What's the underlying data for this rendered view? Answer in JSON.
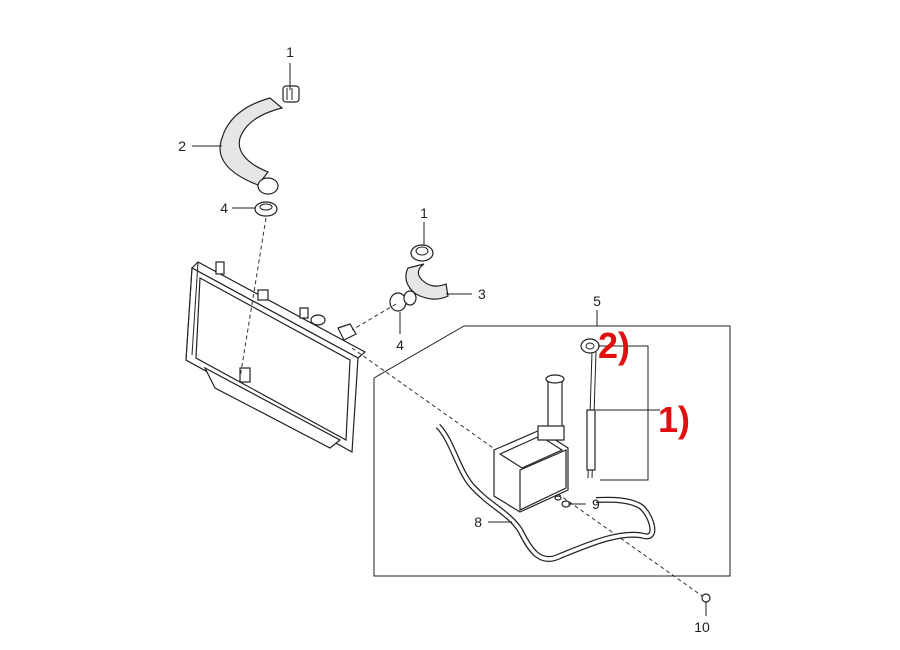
{
  "callouts": {
    "c1_top": "1",
    "c2": "2",
    "c4_top": "4",
    "c1_mid": "1",
    "c3": "3",
    "c4_mid": "4",
    "c5": "5",
    "c8": "8",
    "c9": "9",
    "c10": "10"
  },
  "annotations": {
    "a1": "1)",
    "a2": "2)"
  },
  "colors": {
    "annotation": "#e01010",
    "line": "#222222"
  }
}
